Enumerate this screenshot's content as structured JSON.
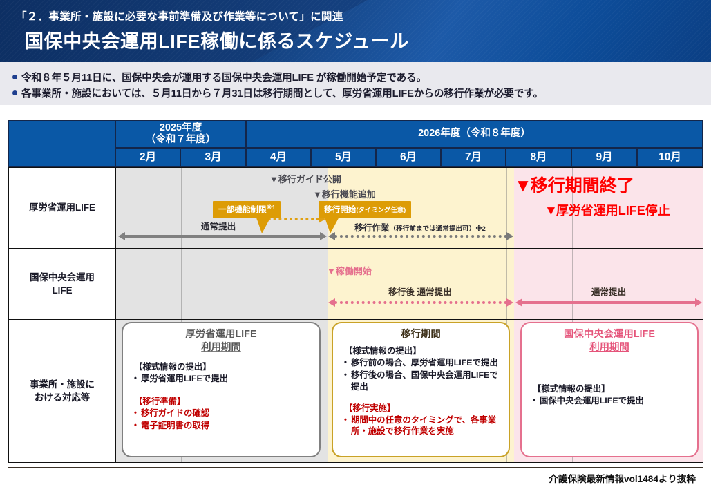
{
  "header": {
    "subtitle": "「２．事業所・施設に必要な事前準備及び作業等について」に関連",
    "title": "国保中央会運用LIFE稼働に係るスケジュール"
  },
  "lead_bullets": [
    "令和８年５月11日に、国保中央会が運用する国保中央会運用LIFE が稼働開始予定である。",
    "各事業所・施設においては、５月11日から７月31日は移行期間として、厚労省運用LIFEからの移行作業が必要です。"
  ],
  "table": {
    "fiscal_years": [
      {
        "label_line1": "2025年度",
        "label_line2": "（令和７年度）"
      },
      {
        "label_line1": "2026年度（令和８年度）",
        "label_line2": ""
      }
    ],
    "months": [
      "2月",
      "3月",
      "4月",
      "5月",
      "6月",
      "7月",
      "8月",
      "9月",
      "10月"
    ],
    "row_labels": [
      "厚労省運用LIFE",
      "国保中央会運用\nLIFE",
      "事業所・施設に\nおける対応等"
    ]
  },
  "row_mhlw": {
    "markers": [
      {
        "name": "migration-guide-release",
        "text": "▼移行ガイド公開"
      },
      {
        "name": "migration-function-added",
        "text": "▼移行機能追加"
      }
    ],
    "callouts": [
      {
        "name": "partial-function-restriction",
        "text": "一部機能制限",
        "note": "※1"
      },
      {
        "name": "migration-start",
        "text": "移行開始",
        "sub": "(タイミング任意)"
      }
    ],
    "arrow_labels": [
      {
        "name": "normal-submission",
        "text": "通常提出"
      },
      {
        "name": "migration-work",
        "text": "移行作業",
        "note": "（移行前までは通常提出可）",
        "mark": "※2"
      }
    ],
    "alerts": [
      {
        "name": "migration-period-end",
        "text": "移行期間終了",
        "triangle": "▼"
      },
      {
        "name": "mhlw-life-suspended",
        "text": "厚労省運用LIFE停止",
        "triangle": "▼"
      }
    ]
  },
  "row_kokuho": {
    "marker": {
      "name": "operation-start",
      "text": "▼稼働開始"
    },
    "arrow_labels": [
      {
        "name": "post-migration-normal-submission",
        "text": "移行後 通常提出"
      },
      {
        "name": "normal-submission",
        "text": "通常提出"
      }
    ]
  },
  "info_boxes": [
    {
      "name": "mhlw-life-usage-period",
      "title_line1": "厚労省運用LIFE",
      "title_line2": "利用期間",
      "sections": [
        {
          "head": "【様式情報の提出】",
          "head_color": "dark",
          "items": [
            "厚労省運用LIFEで提出"
          ]
        },
        {
          "head": "【移行準備】",
          "head_color": "red",
          "items": [
            "移行ガイドの確認",
            "電子証明書の取得"
          ]
        }
      ]
    },
    {
      "name": "migration-period",
      "title_line1": "移行期間",
      "title_line2": "",
      "sections": [
        {
          "head": "【様式情報の提出】",
          "head_color": "dark",
          "items": [
            "移行前の場合、厚労省運用LIFEで提出",
            "移行後の場合、国保中央会運用LIFEで提出"
          ]
        },
        {
          "head": "【移行実施】",
          "head_color": "red",
          "items": [
            "期間中の任意のタイミングで、各事業所・施設で移行作業を実施"
          ]
        }
      ]
    },
    {
      "name": "kokuho-life-usage-period",
      "title_line1": "国保中央会運用LIFE",
      "title_line2": "利用期間",
      "sections": [
        {
          "head": "【様式情報の提出】",
          "head_color": "dark",
          "items": [
            "国保中央会運用LIFEで提出"
          ]
        }
      ]
    }
  ],
  "footer": {
    "source": "介護保険最新情報vol1484より抜粋"
  },
  "colors": {
    "header_blue": "#123f7f",
    "table_header_blue": "#0a58a6",
    "band_gray": "#e3e3e3",
    "band_cream": "#fdf3cf",
    "band_pink": "#fbe4ea",
    "callout_orange": "#dd9c06",
    "alert_red": "#ff0000",
    "pink_arrow": "#e5708e",
    "gray_arrow": "#808080"
  }
}
